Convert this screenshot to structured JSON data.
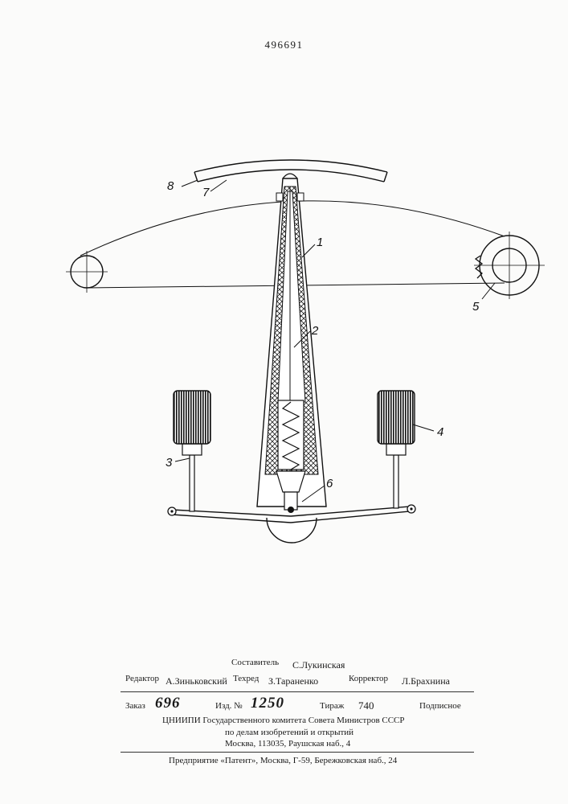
{
  "patent_number": "496691",
  "figure_labels": [
    "1",
    "2",
    "3",
    "4",
    "5",
    "6",
    "7",
    "8"
  ],
  "footer": {
    "compiler_label": "Составитель",
    "compiler_name": "С.Лукинская",
    "editor_label": "Редактор",
    "editor_name": "А.Зиньковский",
    "techred_label": "Техред",
    "techred_name": "З.Тараненко",
    "corrector_label": "Корректор",
    "corrector_name": "Л.Брахнина",
    "order_label": "Заказ",
    "order_number": "696",
    "edition_label": "Изд. №",
    "edition_number": "1250",
    "circulation_label": "Тираж",
    "circulation_number": "740",
    "subscription": "Подписное",
    "org_line1": "ЦНИИПИ Государственного комитета Совета Министров СССР",
    "org_line2": "по делам изобретений и открытий",
    "org_line3": "Москва, 113035, Раушская наб., 4",
    "printer_line": "Предприятие «Патент», Москва, Г-59, Бережковская наб., 24"
  }
}
